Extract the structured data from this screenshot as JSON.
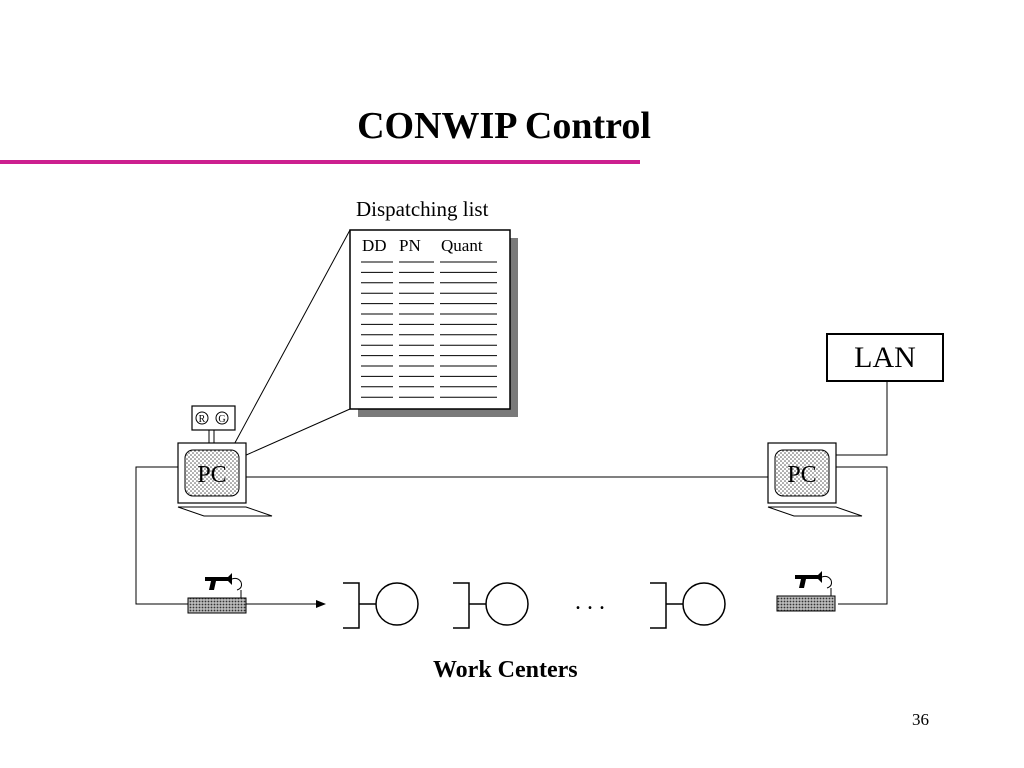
{
  "slide": {
    "title": "CONWIP Control",
    "accent_color": "#cc1f8f",
    "slide_number": "36"
  },
  "dispatching_list": {
    "label": "Dispatching list",
    "columns": [
      "DD",
      "PN",
      "Quant"
    ],
    "blank_rows": 14
  },
  "network": {
    "lan_label": "LAN"
  },
  "computers": [
    {
      "label": "PC"
    },
    {
      "label": "PC"
    }
  ],
  "signal": {
    "red_label": "R",
    "green_label": "G"
  },
  "work_centers": {
    "label": "Work Centers",
    "ellipsis": ". . ."
  }
}
